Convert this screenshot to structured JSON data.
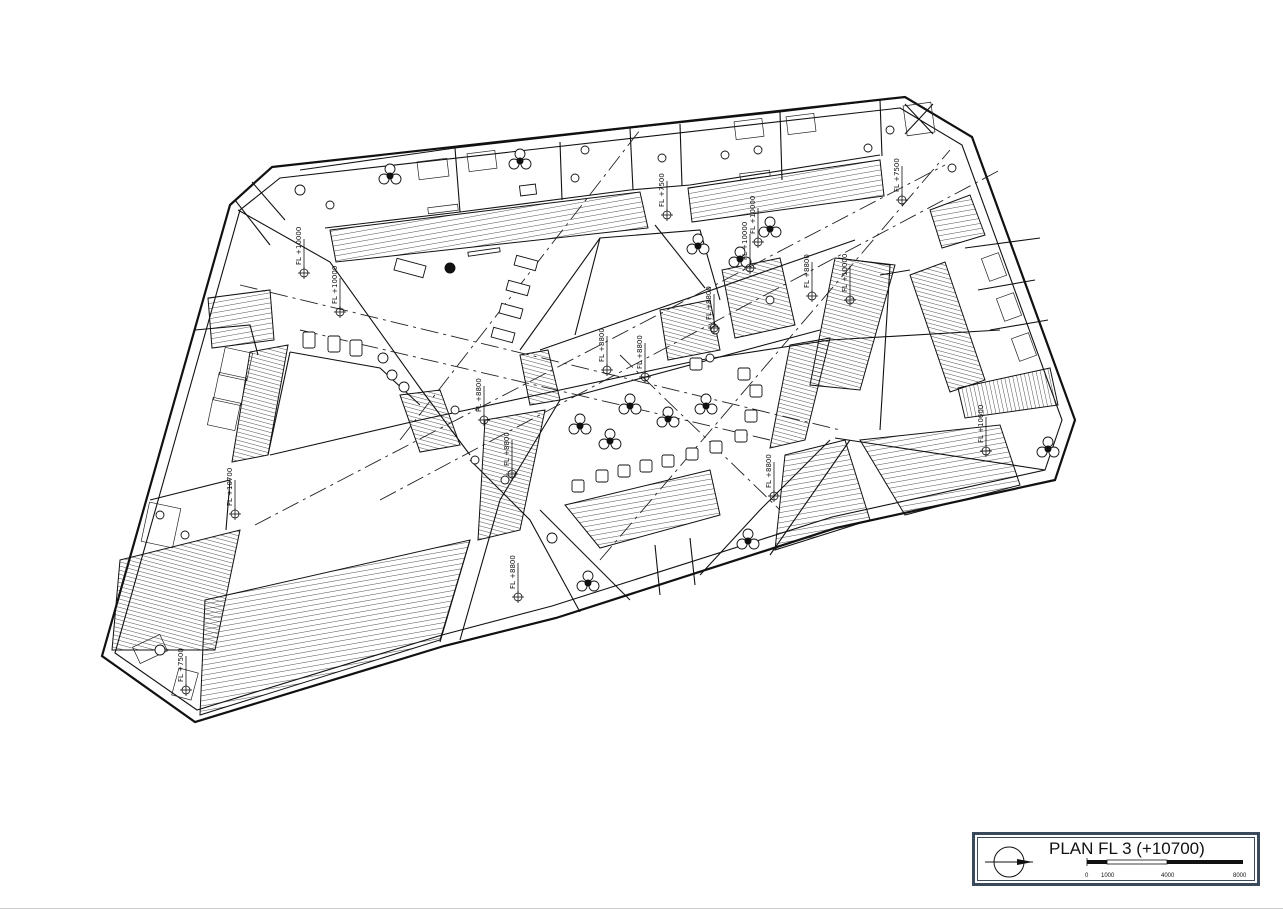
{
  "drawing": {
    "title": "PLAN FL 3 (+10700)",
    "scale_labels": [
      "0",
      "1000",
      "4000",
      "8000"
    ]
  },
  "levels": [
    "FL +10000",
    "FL +10000",
    "FL +10700",
    "FL +7500",
    "FL +8800",
    "FL +8800",
    "FL +8800",
    "FL +8800",
    "FL +7500",
    "FL +7500",
    "FL +8800",
    "FL +8800",
    "FL +10000",
    "FL +10000",
    "FL +10600",
    "FL +8800",
    "FL +8800",
    "FL +10000"
  ]
}
